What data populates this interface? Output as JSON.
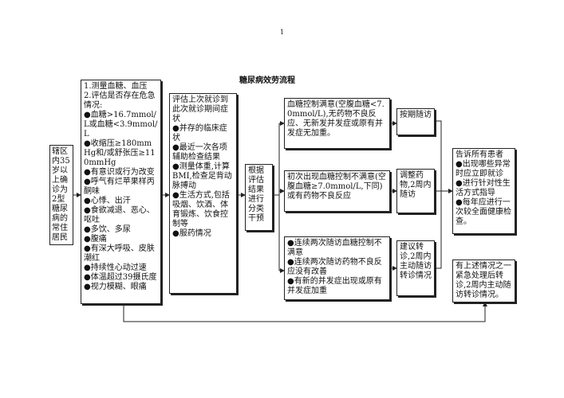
{
  "page": {
    "number": "1",
    "title": "糖尿病效劳流程"
  },
  "boxes": {
    "target": "辖区内35岁以上确诊为2型糖尿病的常住居民",
    "assess": [
      "1.测量血糖、血压",
      "2.评估是否存在危急情况:",
      "●血糖>16.7mmol/L或血糖<3.9mmol/L",
      "●收缩压≥180mmHg和/或舒张压≥110mmHg",
      "●有意识或行为改变",
      "●呼气有烂苹果样丙酮味",
      "●心悸、出汗",
      "●食欲减退、恶心、呕吐",
      "●多饮、多尿",
      "●腹痛",
      "●有深大呼吸、皮肤潮红",
      "●持续性心动过速",
      "●体温超过39摄氏度",
      "●视力模糊、眼痛"
    ],
    "evaluate": [
      "评估上次就诊到此次就诊期间症状",
      "●并存的临床症状",
      "●最近一次各项辅助检查结果",
      "●测量体重,计算BMI,检查足背动脉搏动",
      "●生活方式,包括吸烟、饮酒、体育锻炼、饮食控制等",
      "●服药情况"
    ],
    "classify": "根据评估结果进行分类干预",
    "cond1": "血糖控制满意(空腹血糖<7.0mmol/L),无药物不良反应、无新发并发症或原有并发症无加重。",
    "cond2": "初次出现血糖控制不满意(空腹血糖≥7.0mmol/L,下同)或有药物不良反应",
    "cond3": [
      "●连续两次随访血糖控制不满意",
      "●连续两次随访药物不良反应没有改善",
      "●有新的并发症出现或原有并发症加重"
    ],
    "act1": "按期随访",
    "act2": "调整药物,2周内随访",
    "act3": "建议转诊,2周内主动随访转诊情况",
    "inform": [
      "告诉所有患者",
      "●出现哪些异常时应立即就诊",
      "●进行针对性生活方式指导",
      "●每年应进行一次较全面健康检查。"
    ],
    "followup": "有上述情况之一紧急处理后转诊,2周内主动随访转诊情况。"
  }
}
